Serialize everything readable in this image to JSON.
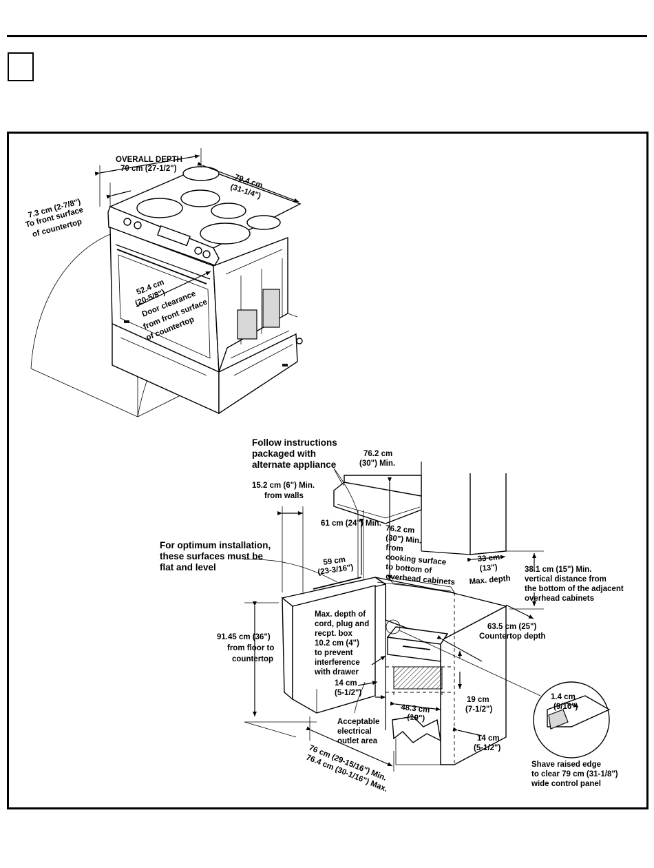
{
  "labels": {
    "overall_depth_title": "OVERALL DEPTH",
    "overall_depth_value": "70 cm (27-1/2\")",
    "width_1": "79.4 cm",
    "width_2": "(31-1/4\")",
    "front_1": "7.3 cm (2-7/8\")",
    "front_2": "To front surface",
    "front_3": "of countertop",
    "door_1": "52.4 cm",
    "door_2": "(20-5/8\")",
    "door_3": "Door clearance",
    "door_4": "from front surface",
    "door_5": "of countertop",
    "follow_1": "Follow instructions",
    "follow_2": "packaged with",
    "follow_3": "alternate appliance",
    "hood_w_1": "76.2 cm",
    "hood_w_2": "(30\") Min.",
    "walls_1": "15.2 cm (6\") Min.",
    "walls_2": "from walls",
    "min61": "61 cm (24\") Min.",
    "vert_1": "76.2 cm",
    "vert_2": "(30\") Min.",
    "vert_3": "from",
    "vert_4": "cooking surface",
    "vert_5": "to bottom of",
    "vert_6": "overhead cabinets",
    "optimum_1": "For optimum installation,",
    "optimum_2": "these surfaces must be",
    "optimum_3": "flat and level",
    "w59_1": "59 cm",
    "w59_2": "(23-3/16\")",
    "cab33_1": "33 cm",
    "cab33_2": "(13\")",
    "cab33_3": "Max. depth",
    "adj_1": "38.1 cm (15\") Min.",
    "adj_2": "vertical distance from",
    "adj_3": "the bottom of the adjacent",
    "adj_4": "overhead cabinets",
    "floor_1": "91.45 cm (36\")",
    "floor_2": "from floor to",
    "floor_3": "countertop",
    "cord_1": "Max. depth of",
    "cord_2": "cord, plug and",
    "cord_3": "recpt. box",
    "cord_4": "10.2 cm (4\")",
    "cord_5": "to prevent",
    "cord_6": "interference",
    "cord_7": "with drawer",
    "counter_1": "63.5 cm (25\")",
    "counter_2": "Countertop depth",
    "d14a_1": "14 cm",
    "d14a_2": "(5-1/2\")",
    "d19_1": "19 cm",
    "d19_2": "(7-1/2\")",
    "d48_1": "48.3 cm",
    "d48_2": "(19\")",
    "outlet_1": "Acceptable",
    "outlet_2": "electrical",
    "outlet_3": "outlet area",
    "d14b_1": "14 cm",
    "d14b_2": "(5-1/2\")",
    "open_1": "76 cm (29-15/16\") Min.",
    "open_2": "76.4 cm (30-1/16\") Max.",
    "edge_1": "1.4 cm",
    "edge_2": "(9/16\")",
    "shave_1": "Shave raised edge",
    "shave_2": "to clear 79 cm (31-1/8\")",
    "shave_3": "wide control panel"
  }
}
